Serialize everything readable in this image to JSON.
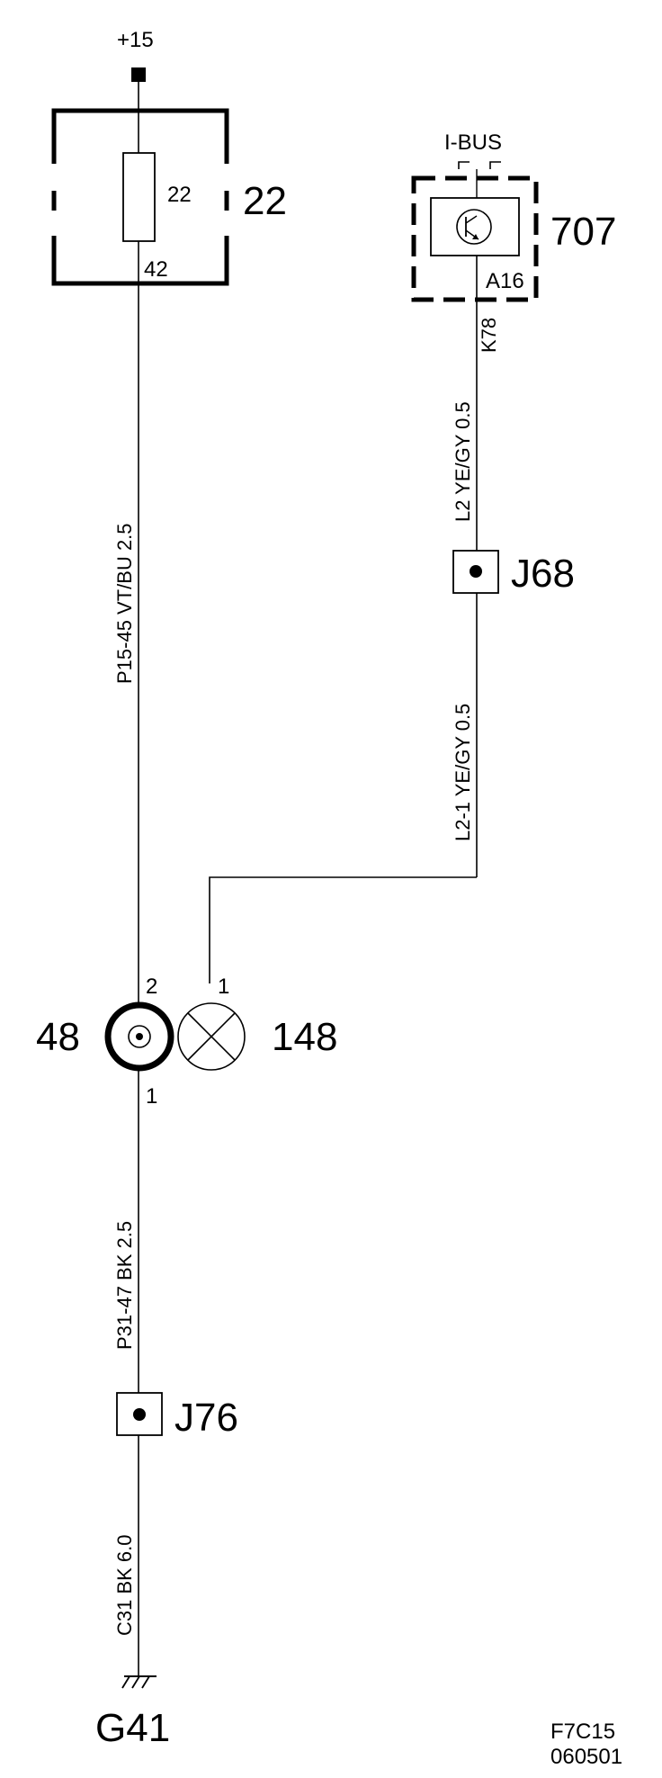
{
  "supply": {
    "label": "+15"
  },
  "fuse_box": {
    "id": "22",
    "fuse_id": "22",
    "pin_out": "42"
  },
  "module": {
    "id": "707",
    "bus_label": "I-BUS",
    "pin": "A16"
  },
  "wires": {
    "w1": "P15-45  VT/BU  2.5",
    "w2": "L2  YE/GY  0.5",
    "w2_code": "K78",
    "w3": "L2-1  YE/GY  0.5",
    "w4": "P31-47  BK  2.5",
    "w5": "C31  BK  6.0"
  },
  "junctions": {
    "j68": "J68",
    "j76": "J76"
  },
  "switch": {
    "id": "48",
    "pin_top": "2",
    "pin_bottom": "1"
  },
  "lamp": {
    "id": "148",
    "pin": "1"
  },
  "ground": {
    "id": "G41"
  },
  "footer": {
    "code": "F7C15",
    "date": "060501"
  }
}
